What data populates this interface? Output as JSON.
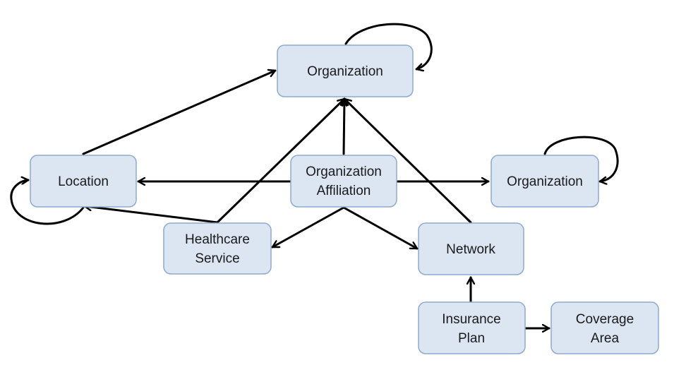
{
  "nodes": {
    "organization_top": {
      "lines": [
        "Organization"
      ]
    },
    "location": {
      "lines": [
        "Location"
      ]
    },
    "organization_affiliation": {
      "lines": [
        "Organization",
        "Affiliation"
      ]
    },
    "organization_right": {
      "lines": [
        "Organization"
      ]
    },
    "healthcare_service": {
      "lines": [
        "Healthcare",
        "Service"
      ]
    },
    "network": {
      "lines": [
        "Network"
      ]
    },
    "insurance_plan": {
      "lines": [
        "Insurance",
        "Plan"
      ]
    },
    "coverage_area": {
      "lines": [
        "Coverage",
        "Area"
      ]
    }
  },
  "edges": [
    {
      "from": "organization_top",
      "to": "organization_top",
      "kind": "self-reference"
    },
    {
      "from": "location",
      "to": "organization_top"
    },
    {
      "from": "location",
      "to": "location",
      "kind": "self-reference"
    },
    {
      "from": "organization_affiliation",
      "to": "organization_top"
    },
    {
      "from": "organization_affiliation",
      "to": "location"
    },
    {
      "from": "organization_affiliation",
      "to": "organization_right"
    },
    {
      "from": "organization_affiliation",
      "to": "healthcare_service"
    },
    {
      "from": "organization_affiliation",
      "to": "network"
    },
    {
      "from": "organization_right",
      "to": "organization_right",
      "kind": "self-reference"
    },
    {
      "from": "healthcare_service",
      "to": "organization_top"
    },
    {
      "from": "healthcare_service",
      "to": "location"
    },
    {
      "from": "network",
      "to": "organization_top"
    },
    {
      "from": "insurance_plan",
      "to": "network"
    },
    {
      "from": "insurance_plan",
      "to": "coverage_area"
    }
  ],
  "colors": {
    "node_fill": "#dce6f2",
    "node_stroke": "#8eaacc",
    "edge": "#000000",
    "text": "#1a1a1a"
  }
}
